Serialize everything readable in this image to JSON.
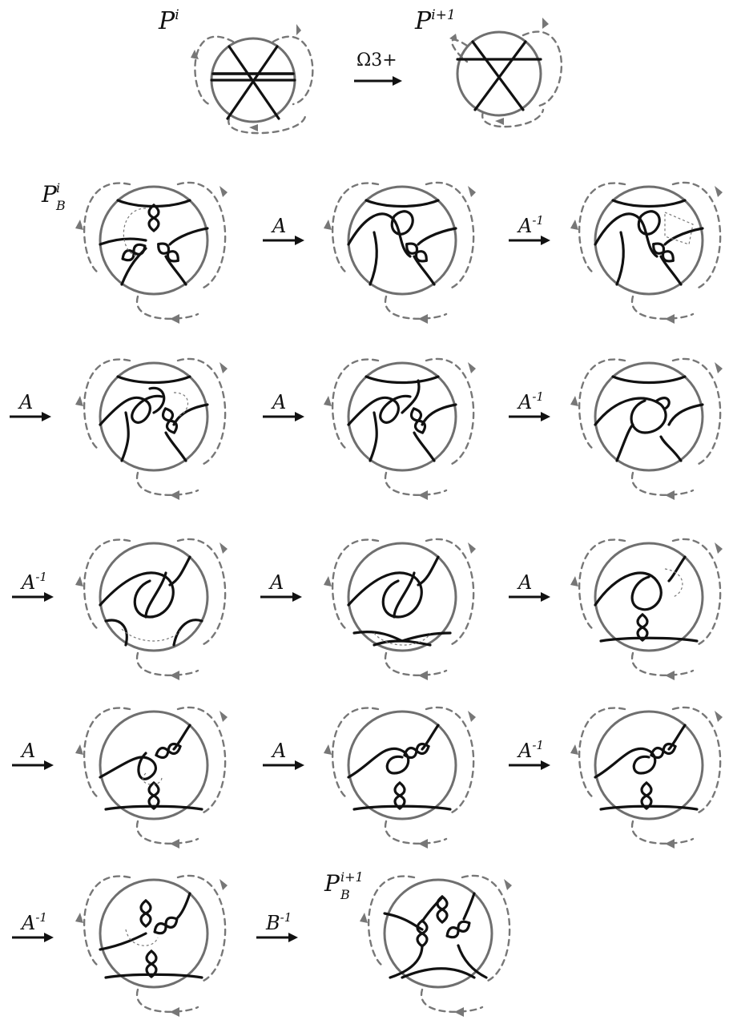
{
  "top_row": {
    "left_label_base": "P",
    "left_label_sup": "i",
    "operation": "Ω3+",
    "right_label_base": "P",
    "right_label_sup": "i+1"
  },
  "start_label": {
    "base": "P",
    "sup": "i",
    "sub": "B"
  },
  "end_label": {
    "base": "P",
    "sup": "i+1",
    "sub": "B"
  },
  "moves": [
    {
      "base": "A",
      "sup": ""
    },
    {
      "base": "A",
      "sup": "-1"
    },
    {
      "base": "A",
      "sup": ""
    },
    {
      "base": "A",
      "sup": ""
    },
    {
      "base": "A",
      "sup": "-1"
    },
    {
      "base": "A",
      "sup": "-1"
    },
    {
      "base": "A",
      "sup": ""
    },
    {
      "base": "A",
      "sup": ""
    },
    {
      "base": "A",
      "sup": ""
    },
    {
      "base": "A",
      "sup": ""
    },
    {
      "base": "A",
      "sup": "-1"
    },
    {
      "base": "A",
      "sup": "-1"
    },
    {
      "base": "B",
      "sup": "-1"
    }
  ]
}
